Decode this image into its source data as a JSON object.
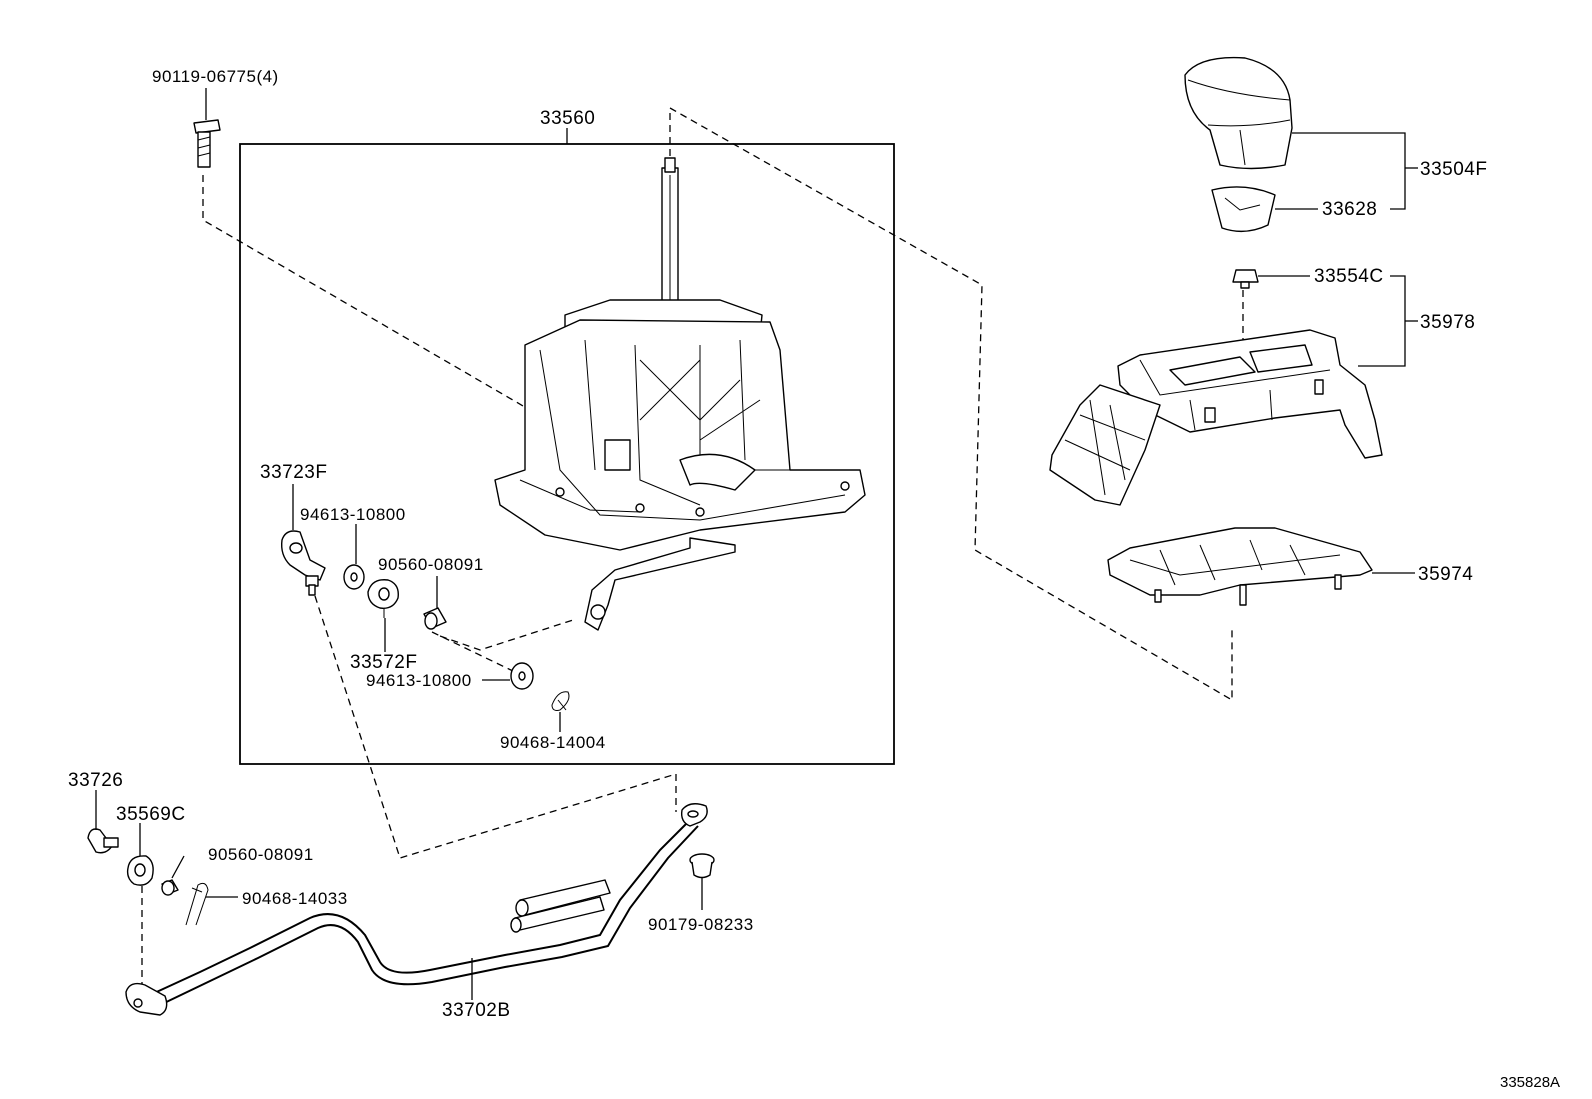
{
  "diagram_id": "335828A",
  "labels": {
    "p90119_06775": "90119-06775(4)",
    "p33560": "33560",
    "p33504F": "33504F",
    "p33628": "33628",
    "p33554C": "33554C",
    "p35978": "35978",
    "p35974": "35974",
    "p33723F": "33723F",
    "p94613_10800_a": "94613-10800",
    "p90560_08091_a": "90560-08091",
    "p33572F": "33572F",
    "p94613_10800_b": "94613-10800",
    "p90468_14004": "90468-14004",
    "p33726": "33726",
    "p35569C": "35569C",
    "p90560_08091_b": "90560-08091",
    "p90468_14033": "90468-14033",
    "p90179_08233": "90179-08233",
    "p33702B": "33702B"
  }
}
